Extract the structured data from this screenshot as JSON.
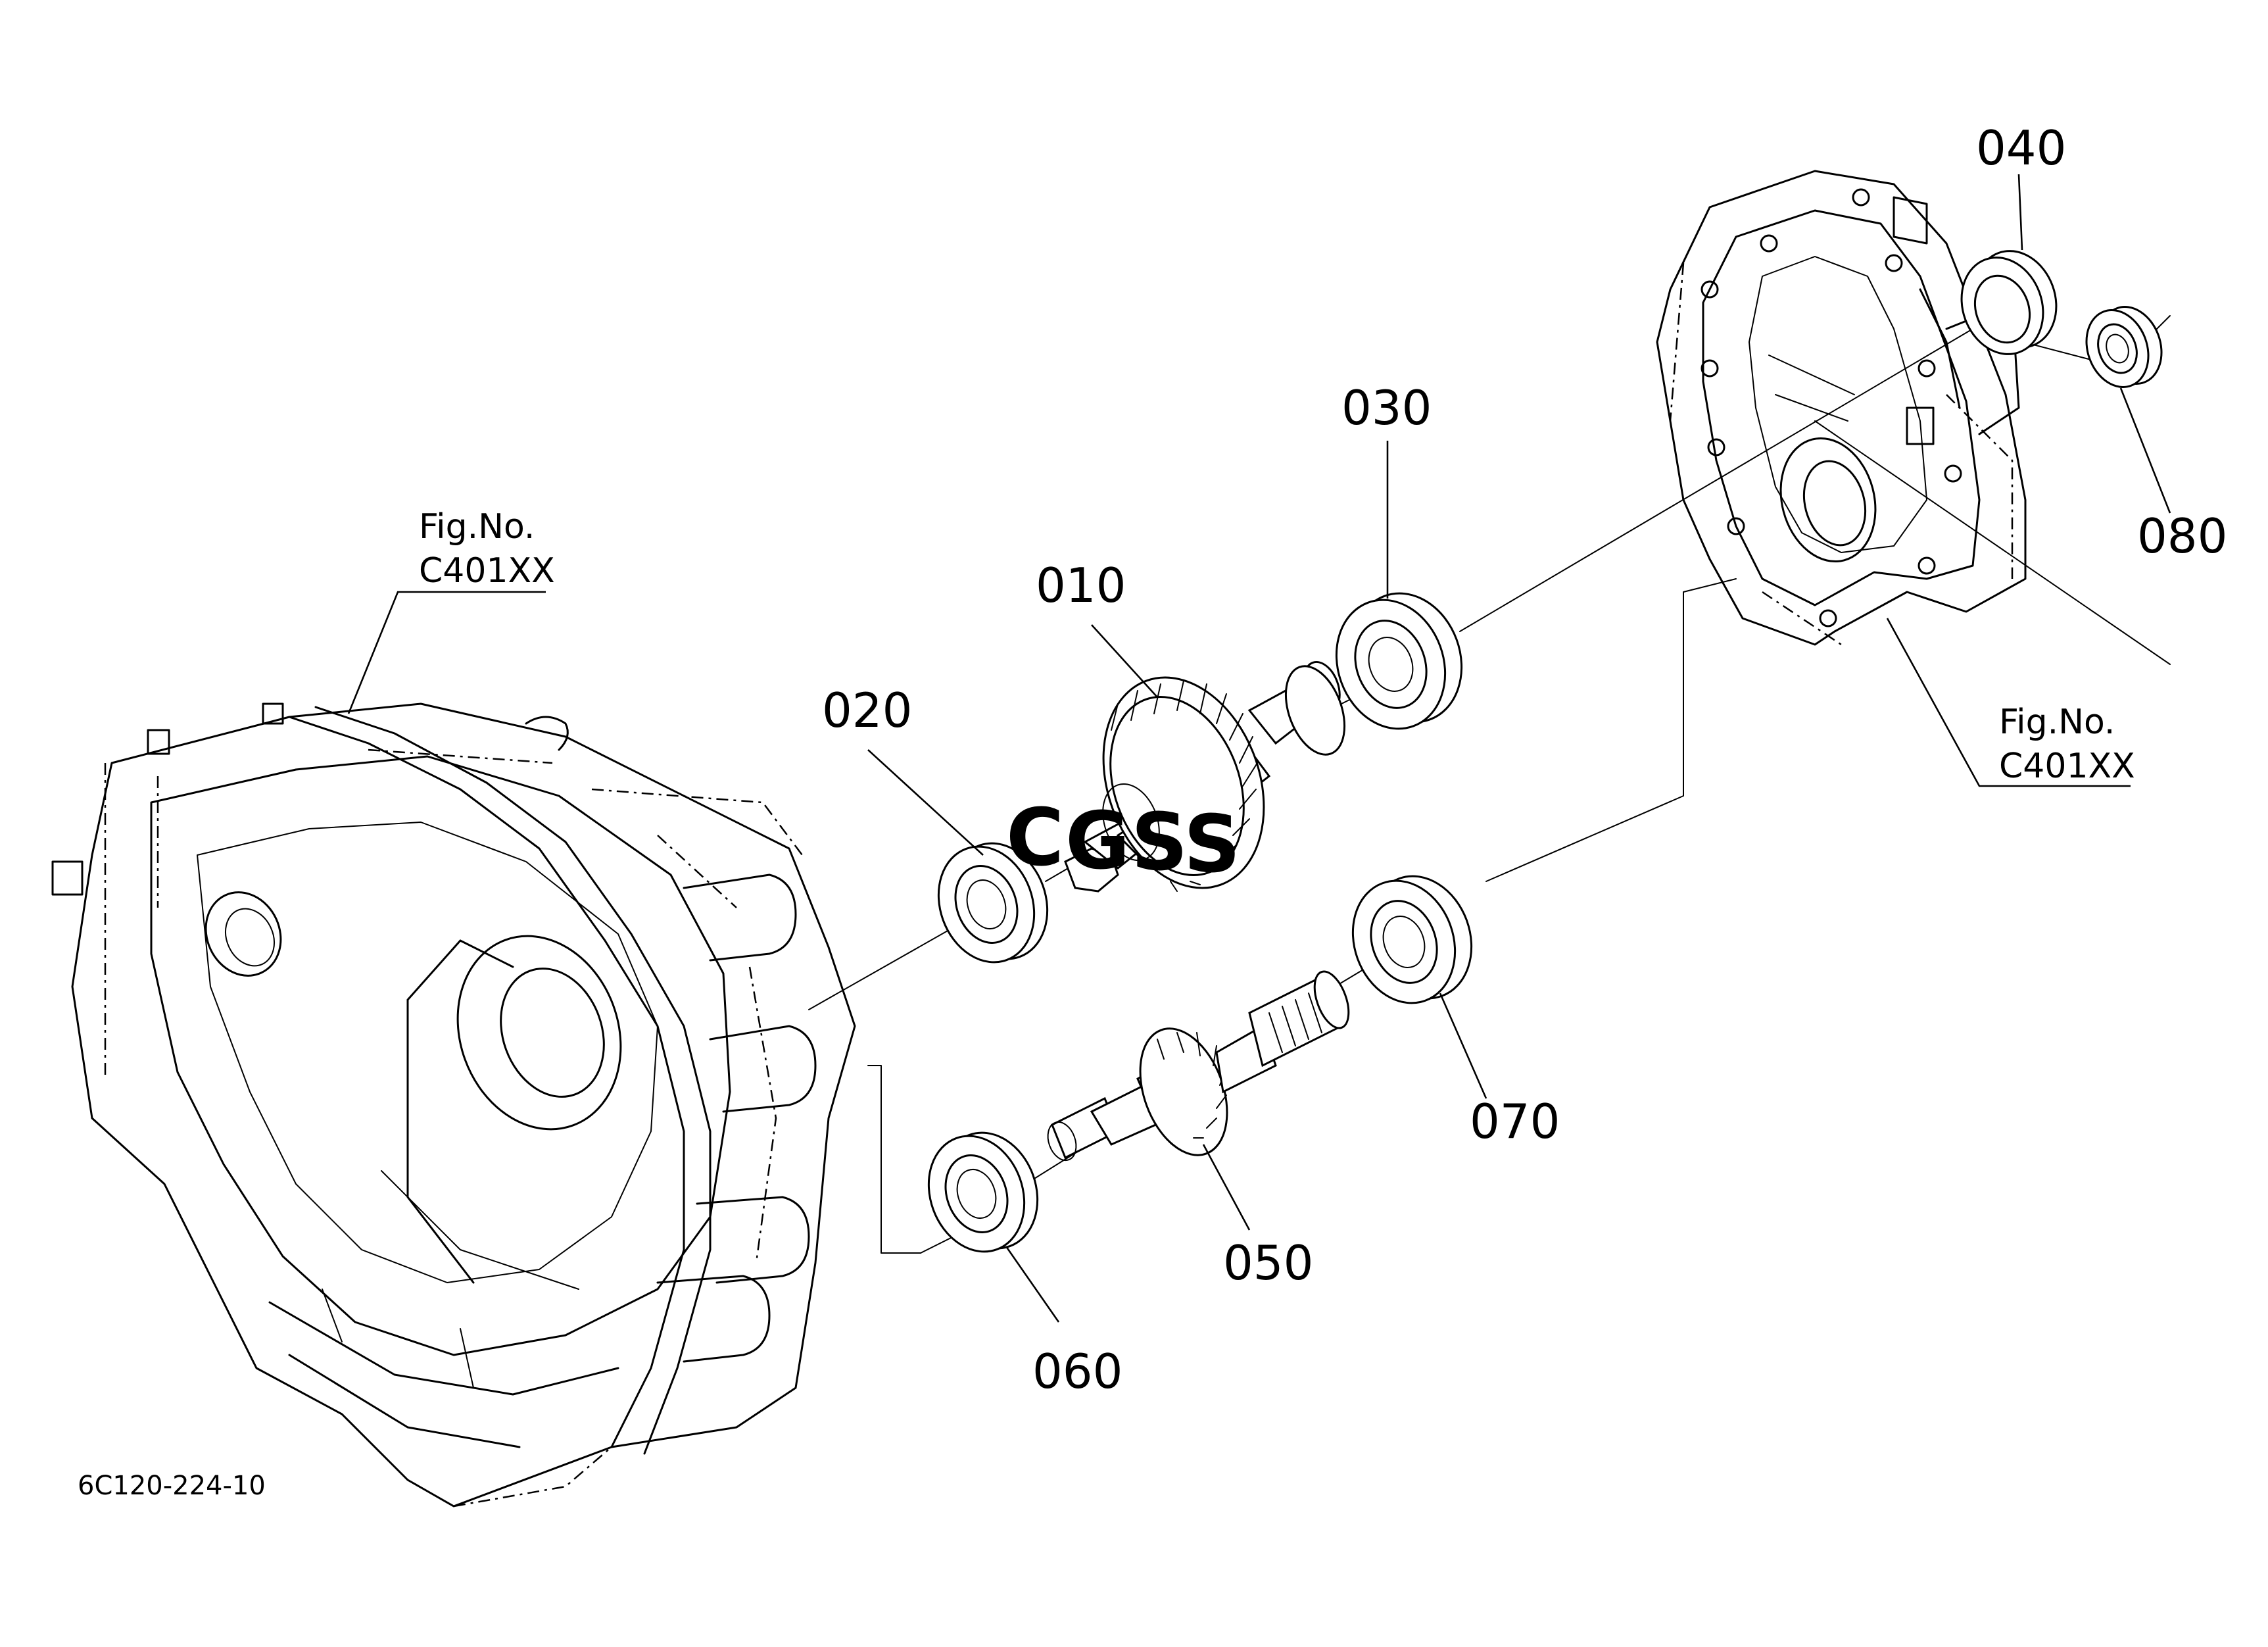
{
  "drawing_number": "6C120-224-10",
  "figure_references": [
    {
      "line1": "Fig.No.",
      "line2": "C401XX"
    },
    {
      "line1": "Fig.No.",
      "line2": "C401XX"
    }
  ],
  "callouts": {
    "p010": "010",
    "p020": "020",
    "p030": "030",
    "p040": "040",
    "p050": "050",
    "p060": "060",
    "p070": "070",
    "p080": "080"
  },
  "watermark": {
    "letters": [
      "C",
      "G",
      "S",
      "S"
    ],
    "colors": [
      "#4285F4",
      "#EA4335",
      "#FBBC05",
      "#34A853"
    ]
  }
}
